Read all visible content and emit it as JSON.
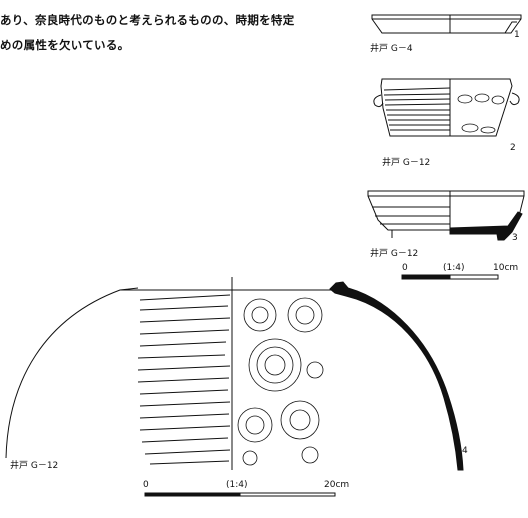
{
  "text": {
    "line1": "あり、奈良時代のものと考えられるものの、時期を特定",
    "line2": "めの属性を欠いている。"
  },
  "figures": [
    {
      "number": "1",
      "label": "井戸 G－4"
    },
    {
      "number": "2",
      "label": "井戸 G－12"
    },
    {
      "number": "3",
      "label": "井戸 G－12"
    },
    {
      "number": "4",
      "label": "井戸 G－12"
    }
  ],
  "scale_small": {
    "start": "0",
    "ratio": "(1:4)",
    "end": "10cm"
  },
  "scale_large": {
    "start": "0",
    "ratio": "(1:4)",
    "end": "20cm"
  }
}
